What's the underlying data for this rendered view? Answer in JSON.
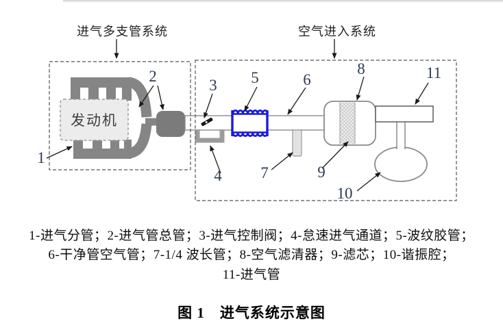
{
  "figure": {
    "system_labels": [
      "进气多支管系统",
      "空气进入系统"
    ],
    "engine_label": "发动机",
    "part_numbers": [
      "1",
      "2",
      "3",
      "4",
      "5",
      "6",
      "7",
      "8",
      "9",
      "10",
      "11"
    ],
    "caption_lines": [
      "1-进气分管；2-进气管总管；3-进气控制阀；4-怠速进气通道；5-波纹胶管；",
      "6-干净管空气管；7-1/4 波长管；8-空气滤清器；9-滤芯；10-谐振腔；",
      "11-进气管"
    ],
    "title": "图 1　进气系统示意图",
    "parts": [
      {
        "number": "1",
        "name": "进气分管"
      },
      {
        "number": "2",
        "name": "进气管总管"
      },
      {
        "number": "3",
        "name": "进气控制阀"
      },
      {
        "number": "4",
        "name": "怠速进气通道"
      },
      {
        "number": "5",
        "name": "波纹胶管"
      },
      {
        "number": "6",
        "name": "干净管空气管"
      },
      {
        "number": "7",
        "name": "1/4 波长管"
      },
      {
        "number": "8",
        "name": "空气滤清器"
      },
      {
        "number": "9",
        "name": "滤芯"
      },
      {
        "number": "10",
        "name": "谐振腔"
      },
      {
        "number": "11",
        "name": "进气管"
      }
    ],
    "colors": {
      "bellows_blue": "#1a1ae0",
      "manifold_gray": "#858585",
      "engine_fill": "#ececec"
    }
  }
}
